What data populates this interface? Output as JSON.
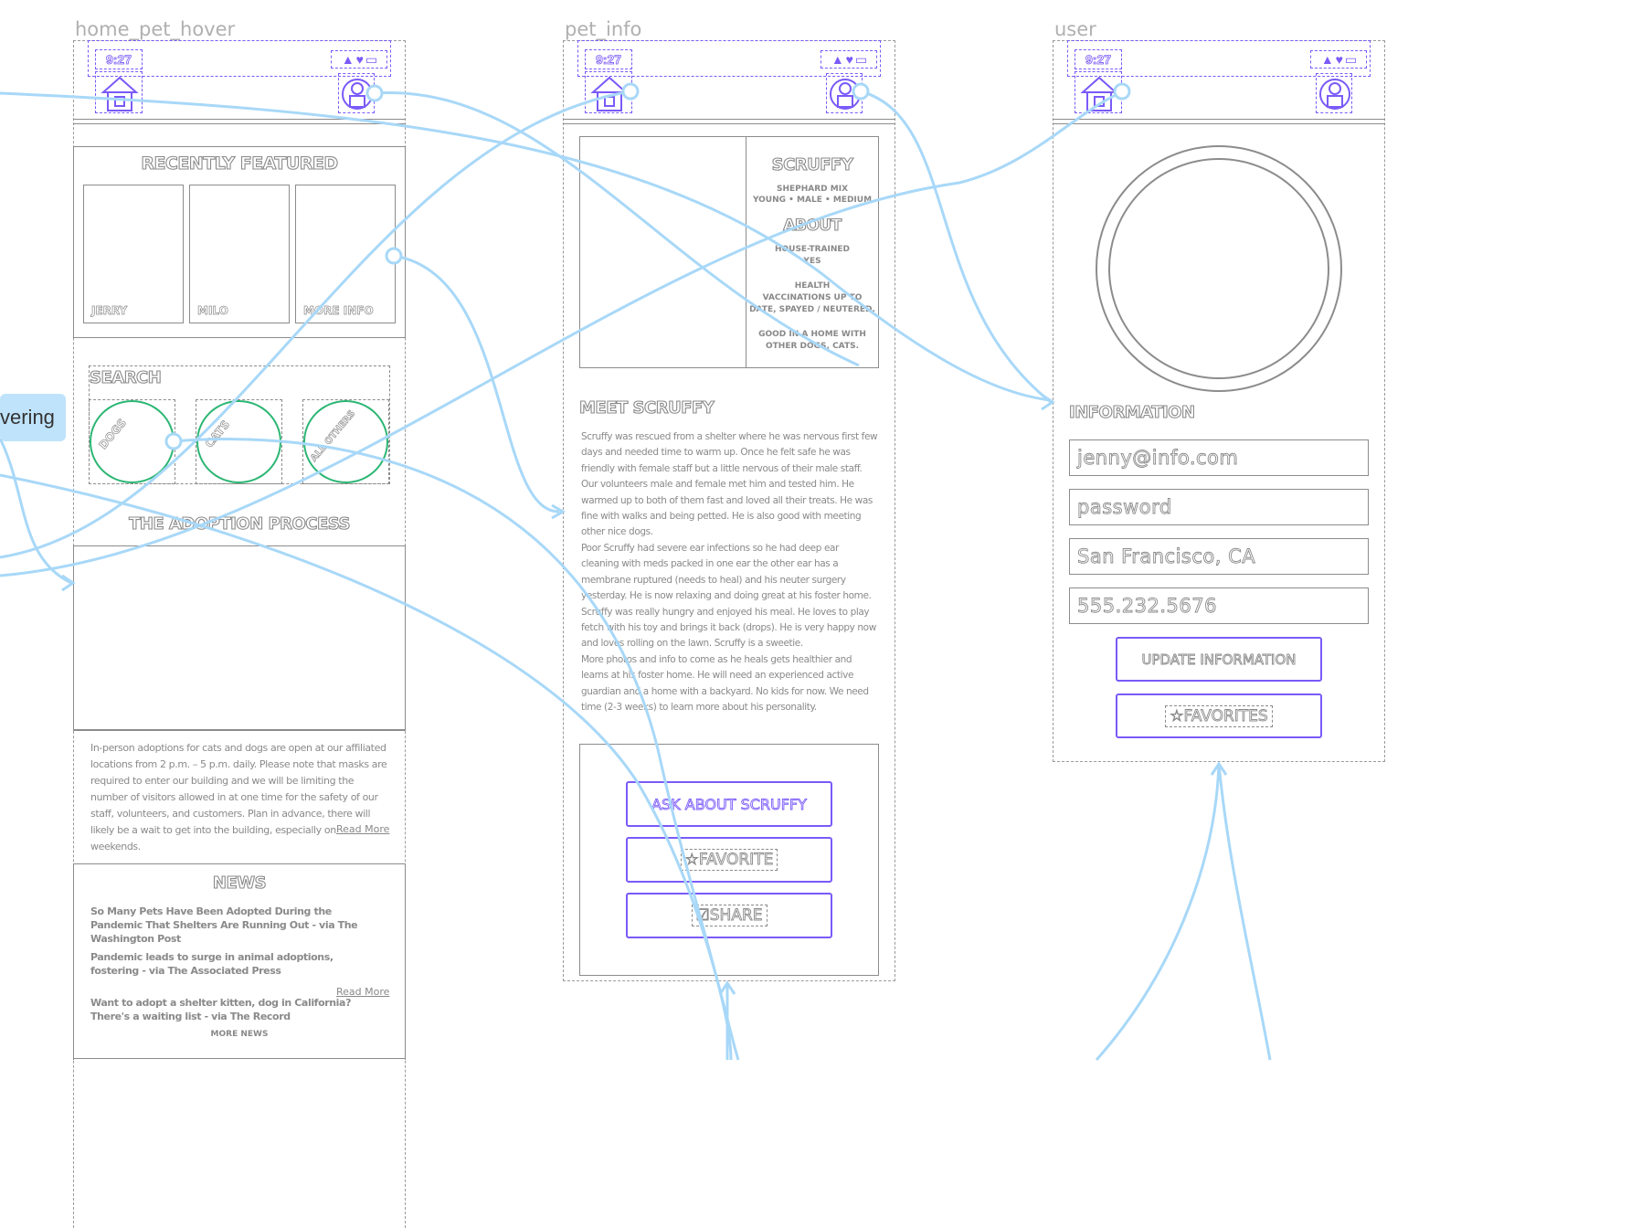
{
  "frames": {
    "home": {
      "label": "home_pet_hover"
    },
    "pet": {
      "label": "pet_info"
    },
    "user": {
      "label": "user"
    }
  },
  "status": {
    "time": "9:27",
    "icons": "▲ ♥ ▭"
  },
  "tooltip": {
    "text": "vering"
  },
  "home": {
    "recently_featured": "RECENTLY FEATURED",
    "pets": [
      "JERRY",
      "MILO",
      "MORE INFO"
    ],
    "search": "SEARCH",
    "categories": [
      "DOGS",
      "CATS",
      "ALL OTHERS"
    ],
    "adoption_title": "THE ADOPTION PROCESS",
    "adoption_text": "In-person adoptions for cats and dogs are open at our affiliated locations from 2 p.m. – 5 p.m. daily. Please note that masks are required to enter our building and we will be limiting the number of visitors allowed in at one time for the safety of our staff, volunteers, and customers. Plan in advance, there will likely be a wait to get into the building, especially on weekends.",
    "read_more": "Read More",
    "news_title": "NEWS",
    "news": [
      "So Many Pets Have Been Adopted During the Pandemic That Shelters Are Running Out - via The Washington Post",
      "Pandemic leads to surge in animal adoptions, fostering - via The Associated Press",
      "Want to adopt a shelter kitten, dog in California? There's a waiting list - via The Record"
    ],
    "news_read_more": "Read More",
    "more_news": "MORE NEWS"
  },
  "pet": {
    "name": "SCRUFFY",
    "breed": "SHEPHARD MIX",
    "traits": "YOUNG • MALE • MEDIUM",
    "about": "ABOUT",
    "house_trained": "HOUSE-TRAINED",
    "house_trained_val": "YES",
    "health": "HEALTH",
    "health_val": "VACCINATIONS UP TO DATE, SPAYED / NEUTERED.",
    "good_with": "GOOD IN A HOME WITH OTHER DOGS, CATS.",
    "meet_title": "MEET SCRUFFY",
    "story": [
      "Scruffy was rescued from a shelter where he was nervous first few days and needed time to warm up. Once he felt safe he was friendly with female staff but a little nervous of their male staff. Our volunteers male and female met him and tested him. He warmed up to both of them fast and loved all their treats. He was fine with walks and being petted. He is also good with meeting other nice dogs.",
      "Poor Scruffy had severe ear infections so he had deep ear cleaning with meds packed in one ear the other ear has a membrane ruptured (needs to heal) and his neuter surgery yesterday. He is now relaxing and doing great at his foster home. Scruffy was really hungry and enjoyed his meal. He loves to play fetch with his toy and brings it back (drops). He is very happy now and loves rolling on the lawn. Scruffy is a sweetie.",
      "More photos and info to come as he heals gets healthier and learns at his foster home. He will need an experienced active guardian and a home with a backyard. No kids for now. We need time (2-3 weeks) to learn more about his personality."
    ],
    "ask_button": "ASK ABOUT SCRUFFY",
    "favorite_button": "☆FAVORITE",
    "share_button": "☑SHARE"
  },
  "user": {
    "info_title": "INFORMATION",
    "email": "jenny@info.com",
    "password": "password",
    "location": "San Francisco, CA",
    "phone": "555.232.5676",
    "update_button": "UPDATE INFORMATION",
    "favorites_button": "☆FAVORITES"
  },
  "colors": {
    "accent": "#7a5af8",
    "wire": "#a8d8f8",
    "green": "#2bb673",
    "line": "#8c8c8c"
  }
}
